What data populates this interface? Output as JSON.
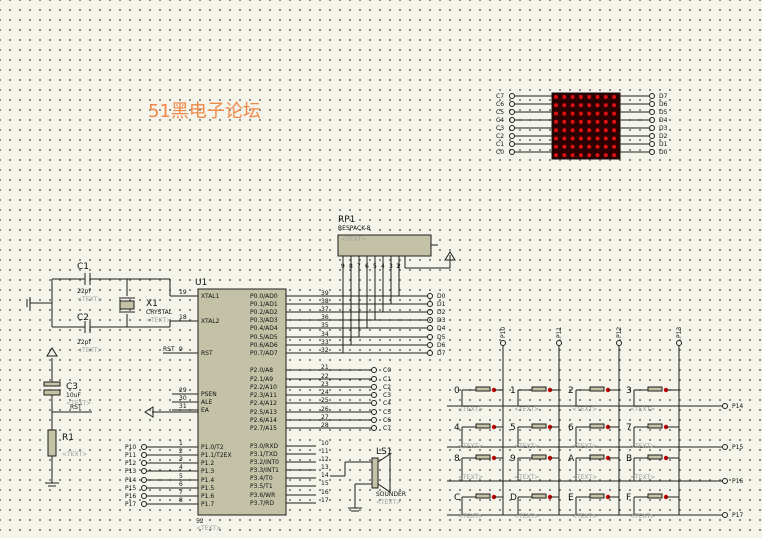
{
  "watermark": "51黑电子论坛",
  "chip": {
    "ref": "U1",
    "part": "52",
    "text": "<TEXT>",
    "left_pins": [
      {
        "num": "19",
        "name": "XTAL1"
      },
      {
        "num": "18",
        "name": "XTAL2"
      },
      {
        "num": "9",
        "name": "RST"
      },
      {
        "num": "29",
        "name": "PSEN"
      },
      {
        "num": "30",
        "name": "ALE"
      },
      {
        "num": "31",
        "name": "EA"
      },
      {
        "num": "1",
        "name": "P1.0/T2"
      },
      {
        "num": "2",
        "name": "P1.1/T2EX"
      },
      {
        "num": "3",
        "name": "P1.2"
      },
      {
        "num": "4",
        "name": "P1.3"
      },
      {
        "num": "5",
        "name": "P1.4"
      },
      {
        "num": "6",
        "name": "P1.5"
      },
      {
        "num": "7",
        "name": "P1.6"
      },
      {
        "num": "8",
        "name": "P1.7"
      }
    ],
    "right_pins": [
      {
        "num": "39",
        "name": "P0.0/AD0"
      },
      {
        "num": "38",
        "name": "P0.1/AD1"
      },
      {
        "num": "37",
        "name": "P0.2/AD2"
      },
      {
        "num": "36",
        "name": "P0.3/AD3"
      },
      {
        "num": "35",
        "name": "P0.4/AD4"
      },
      {
        "num": "34",
        "name": "P0.5/AD5"
      },
      {
        "num": "33",
        "name": "P0.6/AD6"
      },
      {
        "num": "32",
        "name": "P0.7/AD7"
      },
      {
        "num": "21",
        "name": "P2.0/A8"
      },
      {
        "num": "22",
        "name": "P2.1/A9"
      },
      {
        "num": "23",
        "name": "P2.2/A10"
      },
      {
        "num": "24",
        "name": "P2.3/A11"
      },
      {
        "num": "25",
        "name": "P2.4/A12"
      },
      {
        "num": "26",
        "name": "P2.5/A13"
      },
      {
        "num": "27",
        "name": "P2.6/A14"
      },
      {
        "num": "28",
        "name": "P2.7/A15"
      },
      {
        "num": "10",
        "name": "P3.0/RXD"
      },
      {
        "num": "11",
        "name": "P3.1/TXD"
      },
      {
        "num": "12",
        "name": "P3.2/INT0"
      },
      {
        "num": "13",
        "name": "P3.3/INT1"
      },
      {
        "num": "14",
        "name": "P3.4/T0"
      },
      {
        "num": "15",
        "name": "P3.5/T1"
      },
      {
        "num": "16",
        "name": "P3.6/WR"
      },
      {
        "num": "17",
        "name": "P3.7/RD"
      }
    ],
    "p1_labels": [
      "P10",
      "P11",
      "P12",
      "P13",
      "P14",
      "P15",
      "P16",
      "P17"
    ],
    "rst_label": "RST",
    "p0_labels": [
      "D0",
      "D1",
      "D2",
      "D3",
      "D4",
      "D5",
      "D6",
      "D7"
    ],
    "p2_labels": [
      "C0",
      "C1",
      "C2",
      "C3",
      "C4",
      "C5",
      "C6",
      "C7"
    ]
  },
  "crystal": {
    "ref": "X1",
    "part": "CRYSTAL",
    "text": "<TEXT>"
  },
  "c1": {
    "ref": "C1",
    "value": "22pf",
    "text": "<TEXT>"
  },
  "c2": {
    "ref": "C2",
    "value": "22pf",
    "text": "<TEXT>"
  },
  "c3": {
    "ref": "C3",
    "value": "10uF",
    "text": "<TEXT>"
  },
  "r1": {
    "ref": "R1",
    "text": "<TEXT>"
  },
  "rst_net": "RST",
  "respack": {
    "ref": "RP1",
    "part": "RESPACK-8",
    "text": "<TEXT>"
  },
  "speaker": {
    "ref": "LS1",
    "part": "SOUNDER",
    "text": "<TEXT>"
  },
  "matrix": {
    "row_labels": [
      "C7",
      "C6",
      "C5",
      "C4",
      "C3",
      "C2",
      "C1",
      "C0"
    ],
    "col_labels": [
      "D7",
      "D6",
      "D5",
      "D4",
      "D3",
      "D2",
      "D1",
      "D0"
    ],
    "led_color": "#dd1111",
    "bg_color": "#2b0000"
  },
  "keypad": {
    "keys": [
      "0",
      "1",
      "2",
      "3",
      "4",
      "5",
      "6",
      "7",
      "8",
      "9",
      "A",
      "B",
      "C",
      "D",
      "E",
      "F"
    ],
    "text": "<TEXT>",
    "col_nets": [
      "P10",
      "P11",
      "P12",
      "P13"
    ],
    "row_nets": [
      "P14",
      "P15",
      "P16",
      "P17"
    ]
  },
  "colors": {
    "wire": "#1f1f1f",
    "chip_fill": "#c3c1a6",
    "component_fill": "#c3c1a6",
    "pin_red": "#cc0000",
    "watermark": "#f0894a"
  }
}
